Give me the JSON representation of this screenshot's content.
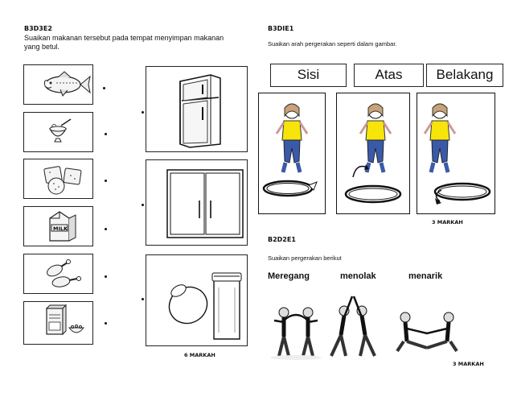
{
  "left": {
    "code": "B3D3E2",
    "instruction_line1": "Suaikan makanan tersebut pada tempat menyimpan makanan",
    "instruction_line2": "yang betul.",
    "food_items": [
      {
        "icon": "fish-icon"
      },
      {
        "icon": "bowl-icon"
      },
      {
        "icon": "biscuits-icon"
      },
      {
        "icon": "milk-carton-icon"
      },
      {
        "icon": "chicken-drumsticks-icon"
      },
      {
        "icon": "cereal-box-icon"
      }
    ],
    "storage_places": [
      {
        "icon": "refrigerator-icon"
      },
      {
        "icon": "cupboard-icon"
      },
      {
        "icon": "jars-icon"
      }
    ],
    "marks": "6 MARKAH"
  },
  "right_top": {
    "code": "B3DIE1",
    "instruction": "Suaikan arah pergerakan seperti dalam gambar.",
    "directions": [
      "Sisi",
      "Atas",
      "Belakang"
    ],
    "scenes": [
      {
        "icon": "girl-jump-side-icon"
      },
      {
        "icon": "girl-jump-up-icon"
      },
      {
        "icon": "girl-jump-back-icon"
      }
    ],
    "marks": "3 MARKAH"
  },
  "right_bottom": {
    "code": "B2D2E1",
    "instruction": "Suaikan pergerakan berikut",
    "words": [
      "Meregang",
      "menolak",
      "menarik"
    ],
    "scenes": [
      {
        "icon": "kids-stretching-icon"
      },
      {
        "icon": "kids-pushing-icon"
      },
      {
        "icon": "kids-pulling-icon"
      }
    ],
    "marks": "3 MARKAH"
  }
}
